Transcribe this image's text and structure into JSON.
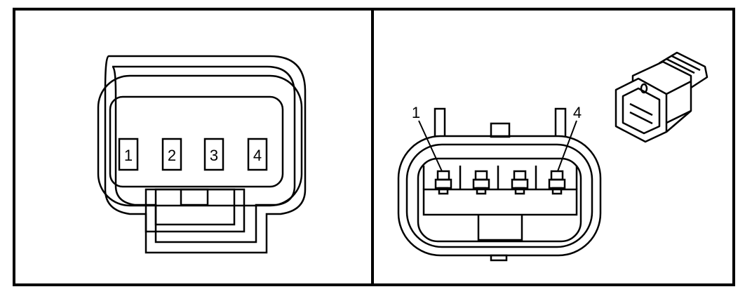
{
  "left_view": {
    "pin_labels": [
      "1",
      "2",
      "3",
      "4"
    ]
  },
  "right_view": {
    "callout_first": "1",
    "callout_last": "4"
  }
}
